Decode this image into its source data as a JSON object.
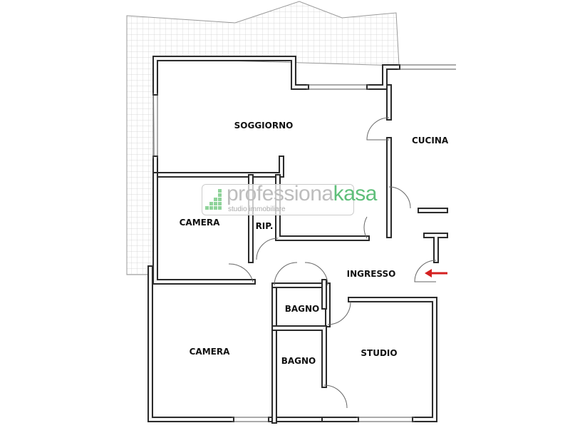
{
  "rooms": {
    "soggiorno": "SOGGIORNO",
    "cucina": "CUCINA",
    "camera_top": "CAMERA",
    "rip": "RIP.",
    "ingresso": "INGRESSO",
    "bagno_top": "BAGNO",
    "camera_bottom": "CAMERA",
    "bagno_bottom": "BAGNO",
    "studio": "STUDIO"
  },
  "logo": {
    "main_grey": "professiona",
    "main_green": "kasa",
    "subtitle": "studio immobiliare"
  },
  "colors": {
    "wall": "#2b2b2b",
    "arrow": "#d42020",
    "logo_green": "#5fbf7a"
  }
}
